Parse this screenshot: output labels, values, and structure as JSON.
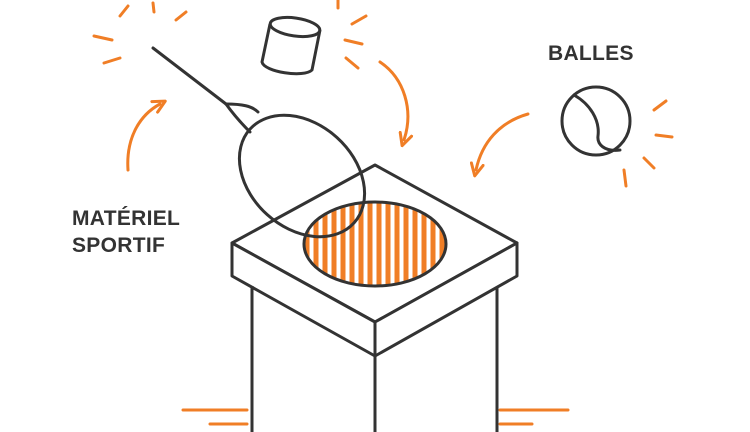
{
  "labels": {
    "balls": "BALLES",
    "sports_equipment_line1": "MATÉRIEL",
    "sports_equipment_line2": "SPORTIF"
  },
  "colors": {
    "accent": "#F07E26",
    "stroke": "#333333",
    "background": "#FFFFFF"
  },
  "icons": [
    "tennis-racket-icon",
    "tennis-ball-icon",
    "sweatband-icon",
    "collection-bin-icon",
    "curved-arrow-icon",
    "sparkle-rays-icon"
  ]
}
